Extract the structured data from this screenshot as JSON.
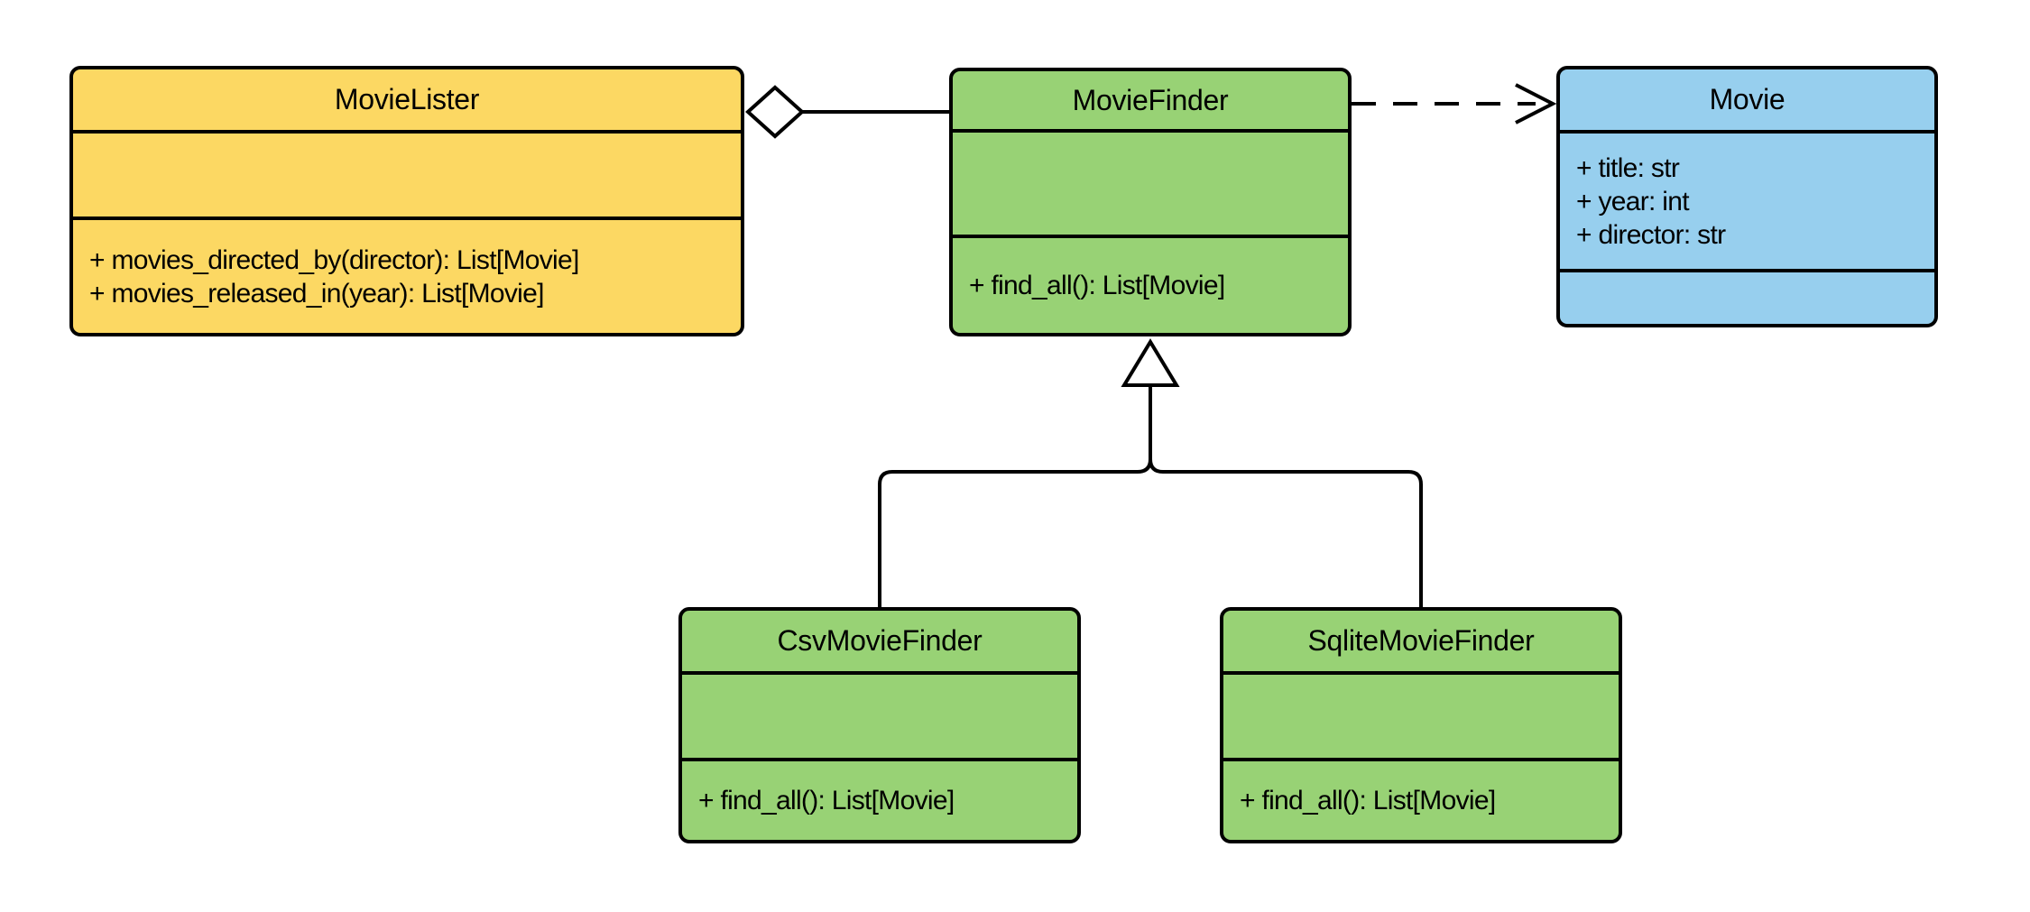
{
  "diagram": {
    "type": "uml-class-diagram",
    "stroke_color": "#000000",
    "shape_fill_white": "#ffffff",
    "classes": [
      {
        "name": "MovieLister",
        "fill": "#FCD863",
        "attributes": [],
        "methods": [
          "+ movies_directed_by(director): List[Movie]",
          "+ movies_released_in(year): List[Movie]"
        ]
      },
      {
        "name": "MovieFinder",
        "fill": "#98D275",
        "attributes": [],
        "methods": [
          "+ find_all(): List[Movie]"
        ]
      },
      {
        "name": "Movie",
        "fill": "#97CFEE",
        "attributes": [
          "+ title: str",
          "+ year: int",
          "+ director: str"
        ],
        "methods": []
      },
      {
        "name": "CsvMovieFinder",
        "fill": "#98D275",
        "attributes": [],
        "methods": [
          "+ find_all(): List[Movie]"
        ]
      },
      {
        "name": "SqliteMovieFinder",
        "fill": "#98D275",
        "attributes": [],
        "methods": [
          "+ find_all(): List[Movie]"
        ]
      }
    ],
    "relationships": [
      {
        "type": "aggregation",
        "owner": "MovieLister",
        "part": "MovieFinder",
        "marker": "hollow diamond at MovieLister",
        "line": "solid"
      },
      {
        "type": "dependency",
        "from": "MovieFinder",
        "to": "Movie",
        "marker": "open arrowhead at Movie",
        "line": "dashed"
      },
      {
        "type": "inheritance",
        "subclass": "CsvMovieFinder",
        "superclass": "MovieFinder",
        "marker": "hollow triangle at MovieFinder",
        "line": "solid"
      },
      {
        "type": "inheritance",
        "subclass": "SqliteMovieFinder",
        "superclass": "MovieFinder",
        "marker": "hollow triangle at MovieFinder",
        "line": "solid"
      }
    ]
  }
}
